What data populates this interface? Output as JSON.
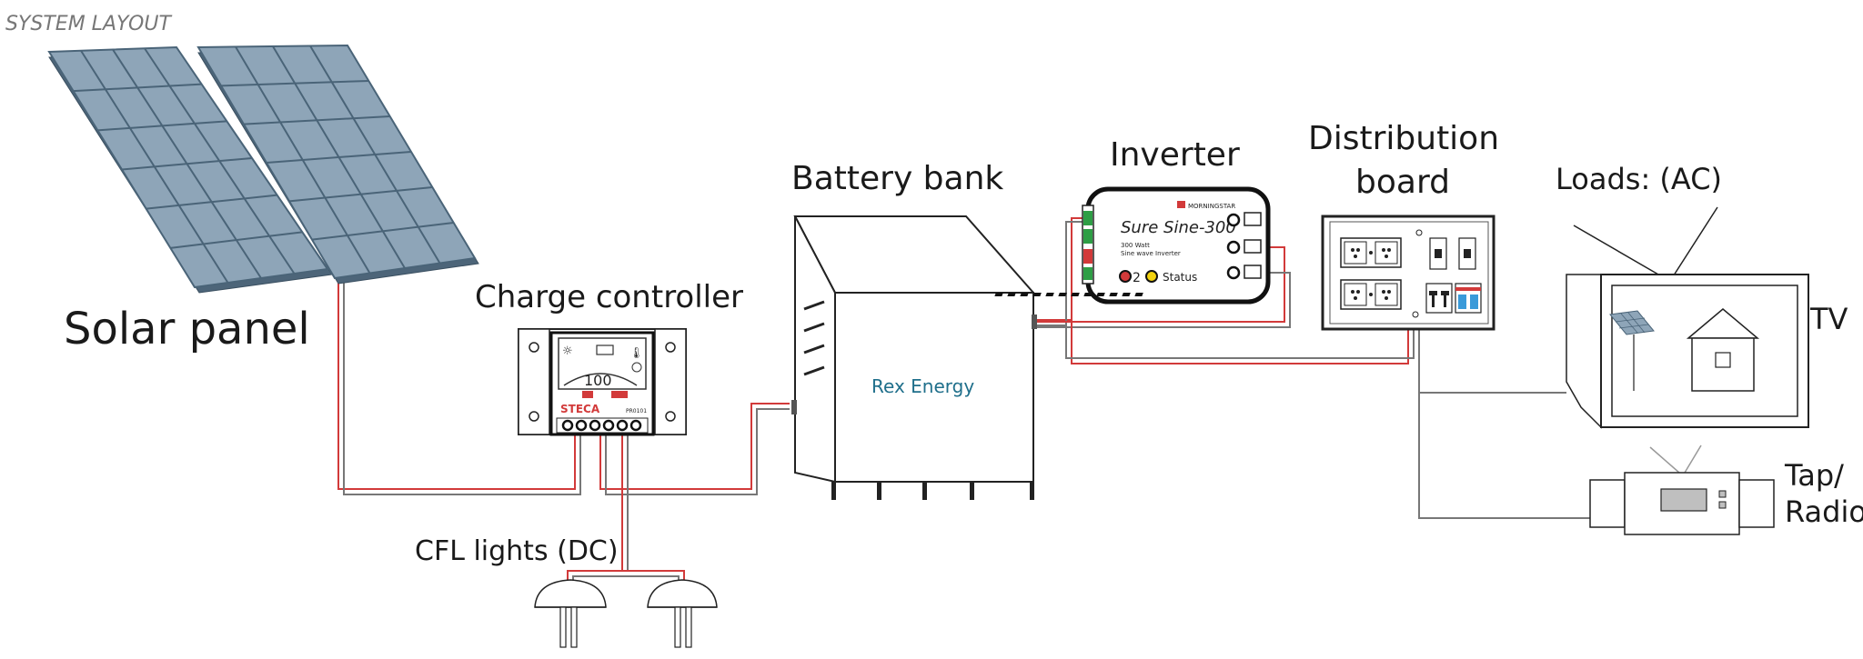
{
  "header": {
    "title": "SYSTEM LAYOUT"
  },
  "labels": {
    "solar_panel": "Solar panel",
    "charge_controller": "Charge controller",
    "battery_bank": "Battery bank",
    "inverter": "Inverter",
    "distribution_line1": "Distribution",
    "distribution_line2": "board",
    "loads": "Loads: (AC)",
    "tv": "TV",
    "tap_line1": "Tap/",
    "tap_line2": "Radio",
    "cfl": "CFL lights (DC)"
  },
  "battery": {
    "brand": "Rex Energy"
  },
  "controller": {
    "brand": "STECA",
    "percent": "100",
    "model": "PR0101"
  },
  "inverter_unit": {
    "maker": "MORNINGSTAR",
    "model": "Sure Sine-300",
    "sub1": "300 Watt",
    "sub2": "Sine wave Inverter",
    "status": "Status",
    "led_num": "2"
  },
  "colors": {
    "panel_fill": "#8ea5b8",
    "panel_stroke": "#4a6478",
    "wire_red": "#d23a3a",
    "wire_gray": "#777777",
    "brand_blue": "#1f6f8b"
  }
}
